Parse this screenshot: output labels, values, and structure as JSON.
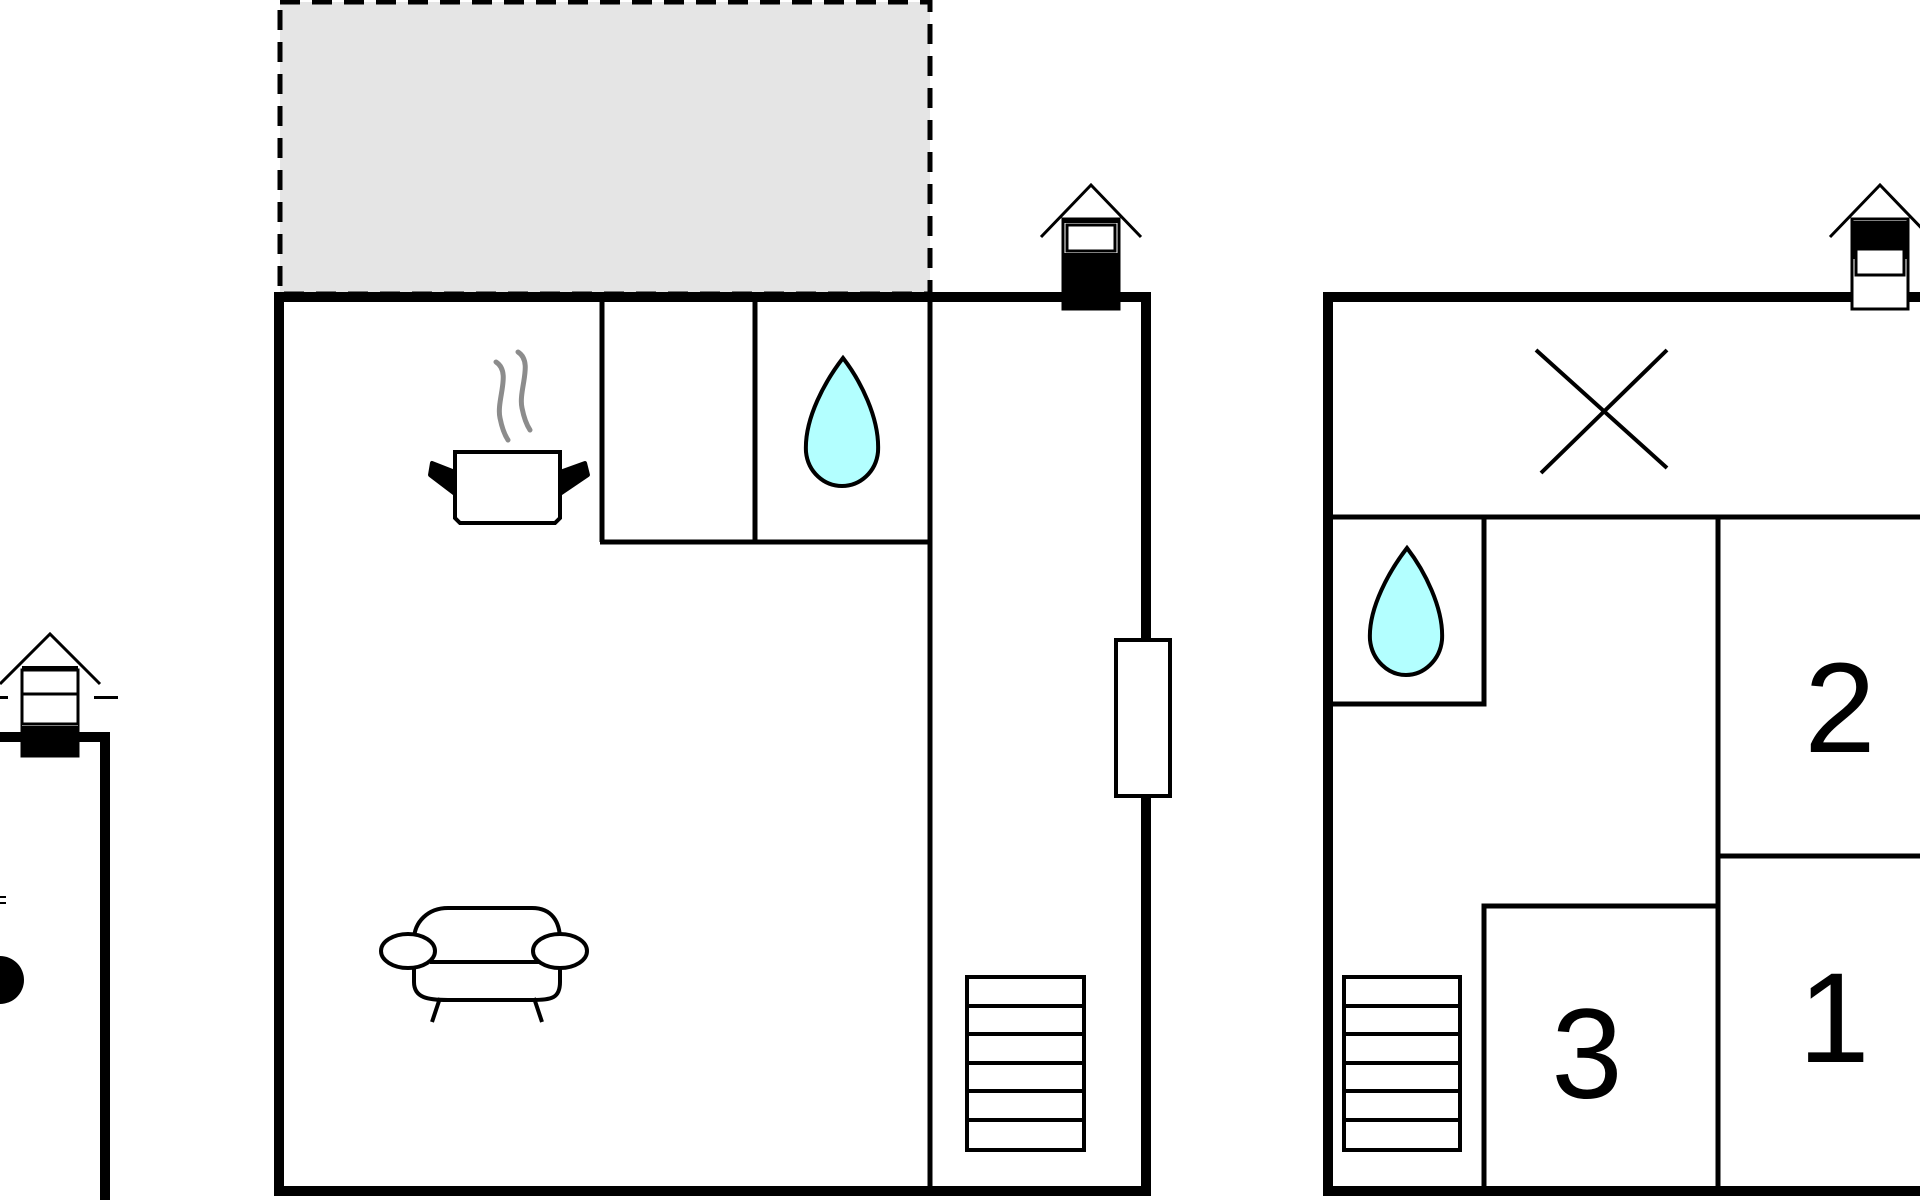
{
  "floor_plan": {
    "room_numbers": [
      "2",
      "1",
      "3"
    ],
    "icons": [
      "house-entrance-icon",
      "kitchen-pot-icon",
      "water-drop-icon",
      "sofa-icon",
      "stairs-icon",
      "void-cross-icon",
      "window-icon"
    ],
    "colors": {
      "outline": "#000000",
      "terrace_fill": "#e5e5e5",
      "water_fill": "#b3ffff",
      "steam": "#8c8c8c",
      "background": "#ffffff"
    }
  }
}
